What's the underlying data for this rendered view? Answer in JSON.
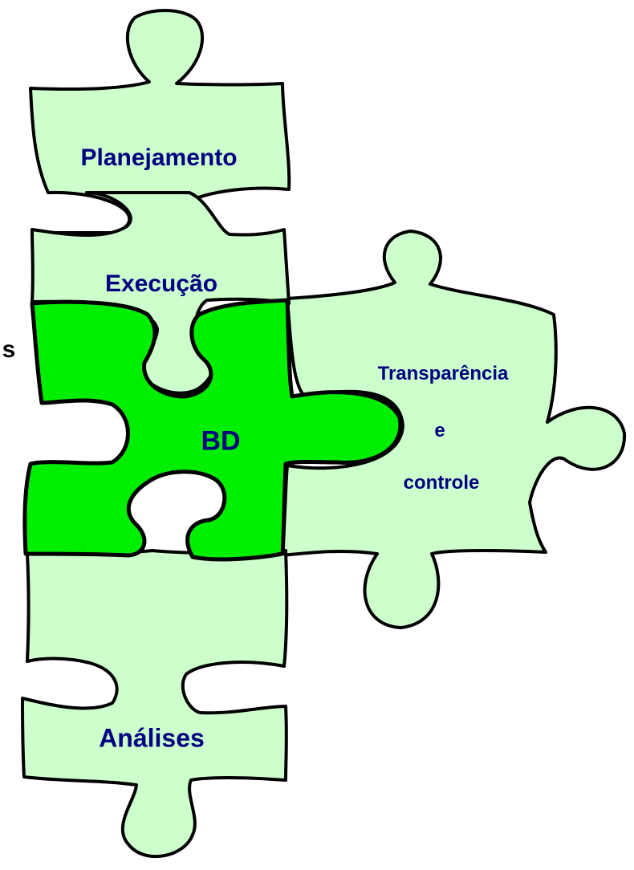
{
  "pieces": {
    "top": {
      "label": "Planejamento"
    },
    "second": {
      "label": "Execução"
    },
    "center": {
      "label": "BD"
    },
    "right": {
      "line1": "Transparência",
      "line2": "e",
      "line3": "controle"
    },
    "bottom": {
      "label": "Análises"
    }
  },
  "edge_fragment": "s",
  "colors": {
    "light_piece": "#ccffcc",
    "dark_piece": "#00ee00",
    "text": "#000080"
  }
}
